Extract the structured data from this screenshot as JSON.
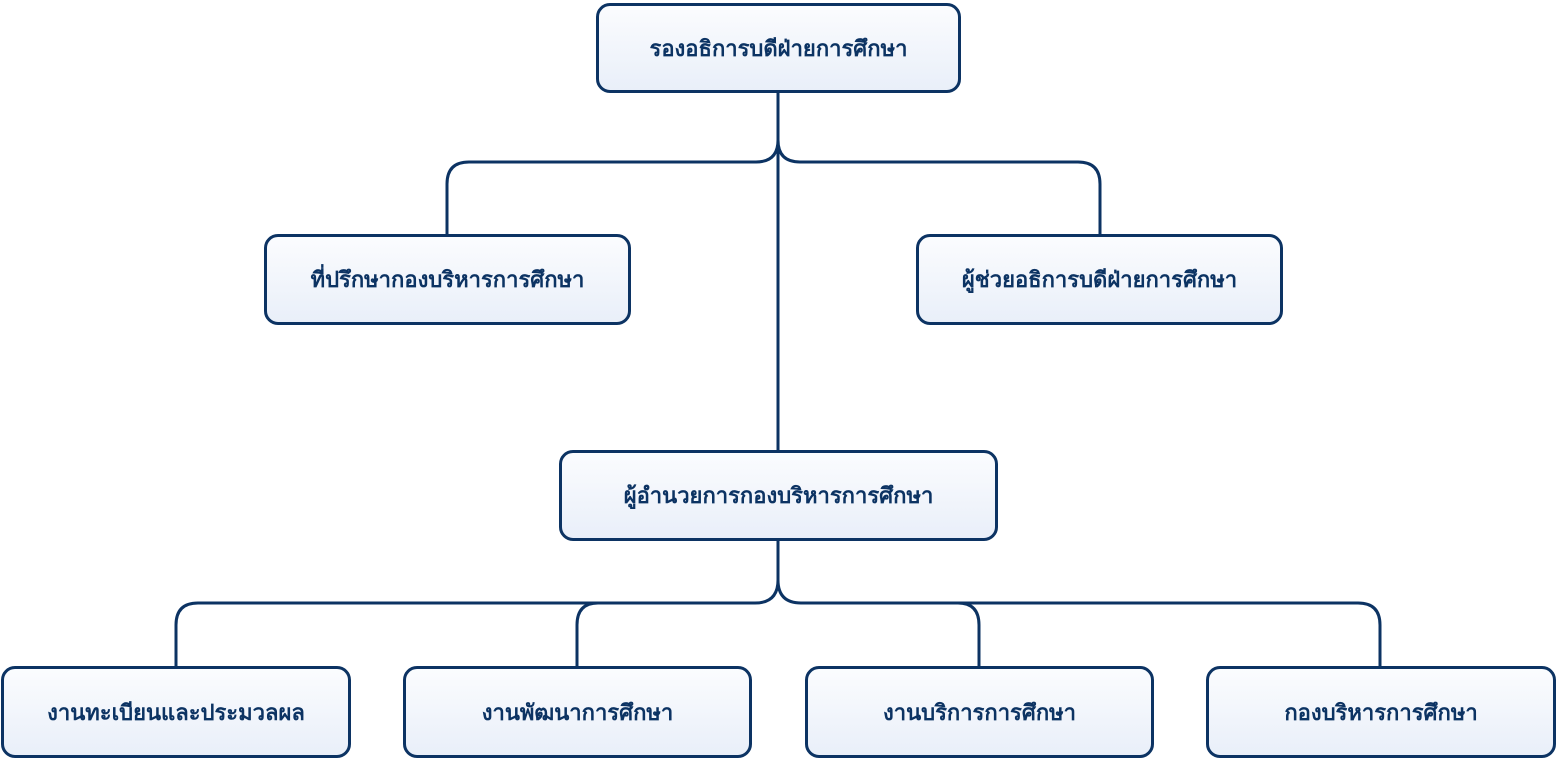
{
  "colors": {
    "line": "#0c3363",
    "text": "#0c3363"
  },
  "nodes": {
    "vice_president": "รองอธิการบดีฝ่ายการศึกษา",
    "advisor": "ที่ปรึกษากองบริหารการศึกษา",
    "assistant": "ผู้ช่วยอธิการบดีฝ่ายการศึกษา",
    "director": "ผู้อำนวยการกองบริหารการศึกษา",
    "registration": "งานทะเบียนและประมวลผล",
    "development": "งานพัฒนาการศึกษา",
    "service": "งานบริการการศึกษา",
    "administration": "กองบริหารการศึกษา"
  }
}
